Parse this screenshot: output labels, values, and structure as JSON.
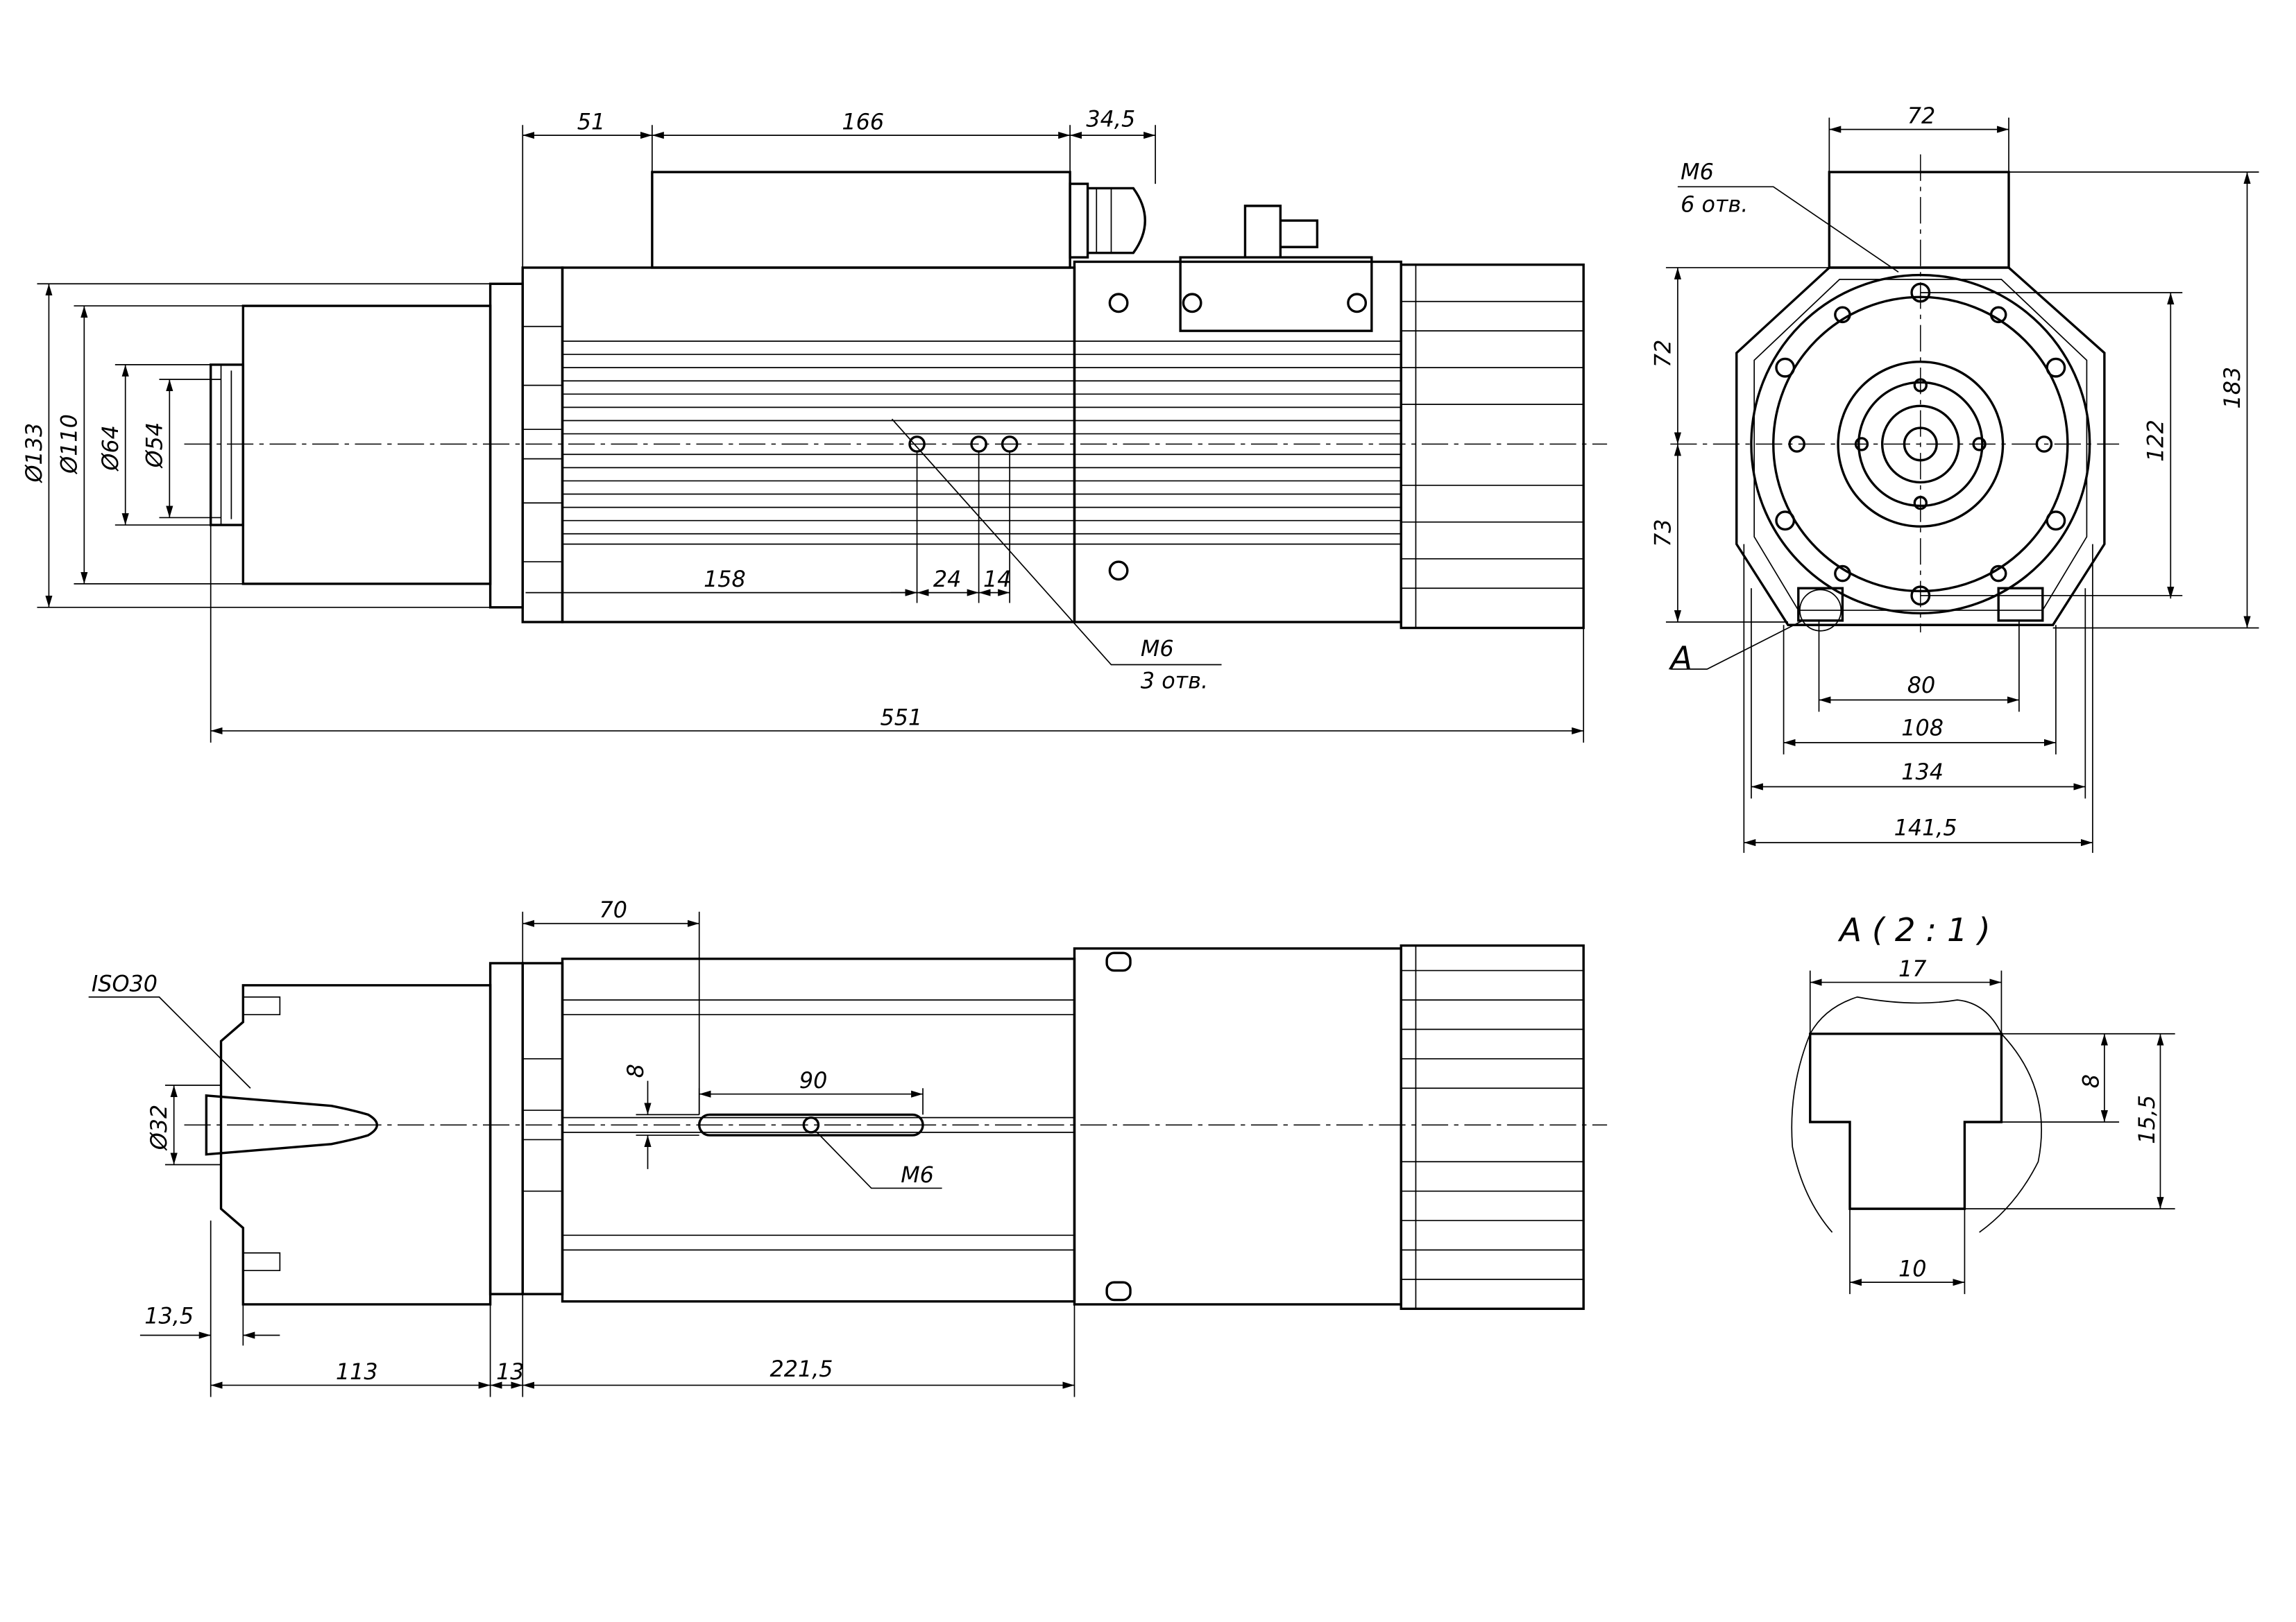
{
  "side_view": {
    "dim_top_1": "51",
    "dim_top_2": "166",
    "dim_top_3": "34,5",
    "dia_133": "Ø133",
    "dia_110": "Ø110",
    "dia_64": "Ø64",
    "dia_54": "Ø54",
    "dim_158": "158",
    "dim_24": "24",
    "dim_14": "14",
    "hole_label": "M6",
    "hole_count": "3 отв.",
    "overall_length": "551"
  },
  "end_view": {
    "dim_top": "72",
    "hole_label": "M6",
    "hole_count": "6 отв.",
    "dim_upper": "72",
    "dim_lower": "73",
    "dim_122": "122",
    "dim_183": "183",
    "detail_marker": "A",
    "dim_80": "80",
    "dim_108": "108",
    "dim_134": "134",
    "dim_141": "141,5"
  },
  "bottom_view": {
    "taper_label": "ISO30",
    "dia_32": "Ø32",
    "dim_70": "70",
    "dim_8": "8",
    "dim_90": "90",
    "hole_label": "M6",
    "dim_13_5": "13,5",
    "dim_113": "113",
    "dim_13": "13",
    "dim_221": "221,5"
  },
  "detail_a": {
    "title": "A ( 2 : 1 )",
    "dim_17": "17",
    "dim_8": "8",
    "dim_15_5": "15,5",
    "dim_10": "10"
  }
}
